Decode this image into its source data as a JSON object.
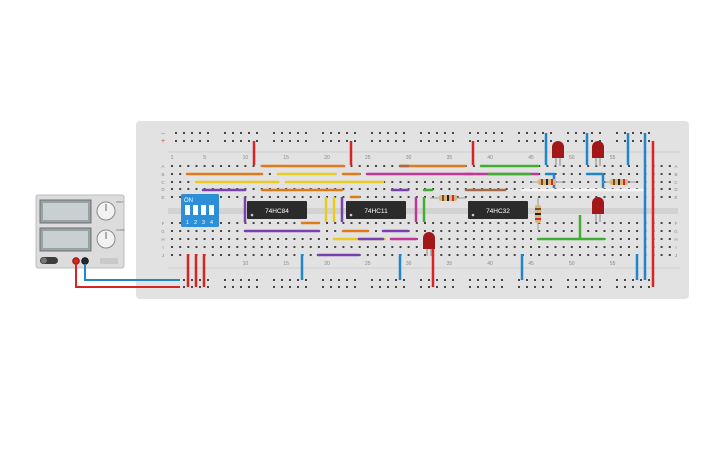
{
  "chips": [
    {
      "id": "u1",
      "label": "74HC84"
    },
    {
      "id": "u2",
      "label": "74HC11"
    },
    {
      "id": "u3",
      "label": "74HC32"
    }
  ],
  "dip_switch": {
    "on_label": "ON",
    "switch_labels": [
      "1",
      "2",
      "3",
      "4"
    ]
  },
  "breadboard": {
    "column_numbers": [
      "1",
      "5",
      "10",
      "15",
      "20",
      "25",
      "30",
      "35",
      "40",
      "45",
      "50",
      "55"
    ],
    "column_numbers_bottom": [
      "10",
      "15",
      "20",
      "25",
      "30",
      "35",
      "40",
      "45",
      "50",
      "55"
    ],
    "row_letters_top": [
      "A",
      "B",
      "C",
      "D",
      "E"
    ],
    "row_letters_bottom": [
      "F",
      "G",
      "H",
      "I",
      "J"
    ],
    "rail_symbols": [
      "+",
      "−"
    ]
  },
  "power_supply": {
    "knob_labels": [
      "VOLT",
      "CURR"
    ],
    "display_values": [
      "",
      ""
    ]
  },
  "colors": {
    "board": "#e5e5e5",
    "hole": "#444444",
    "chip": "#2b2b2b",
    "dip_switch": "#2d8fd8",
    "led": "#a21818",
    "wire_red": "#d62525",
    "wire_blue": "#1f86c9",
    "wire_orange": "#e07a19",
    "wire_yellow": "#e8cd20",
    "wire_purple": "#7a3fb0",
    "wire_green": "#3fae32",
    "wire_magenta": "#c23599",
    "wire_brown": "#a86a45",
    "wire_white": "#f4f4f4"
  }
}
